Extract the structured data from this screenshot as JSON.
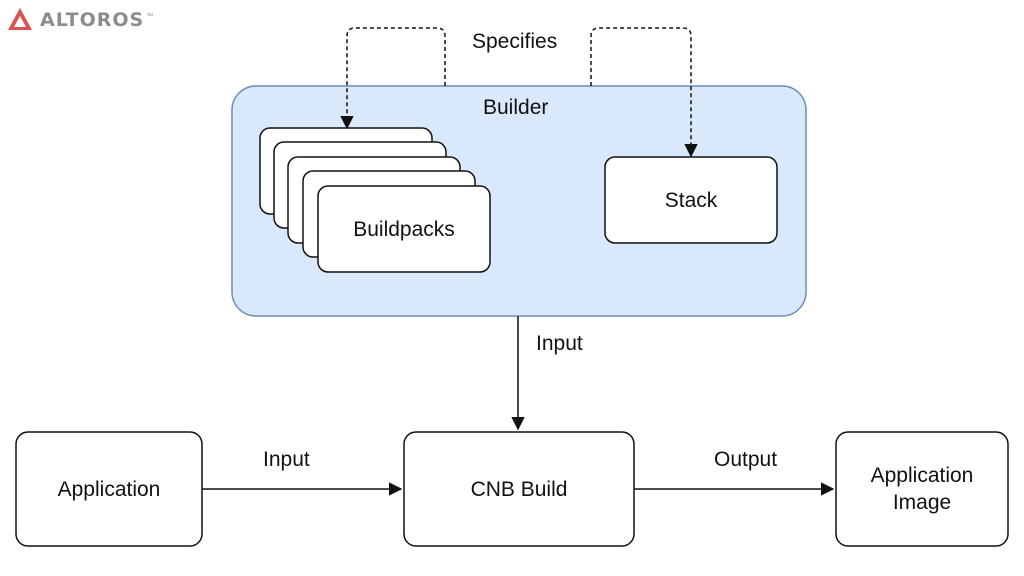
{
  "logo": {
    "text": "ALTOROS",
    "tm": "™"
  },
  "labels": {
    "specifies": "Specifies",
    "builder": "Builder",
    "input_builder_to_build": "Input",
    "input_app_to_build": "Input",
    "output": "Output"
  },
  "boxes": {
    "buildpacks": "Buildpacks",
    "stack": "Stack",
    "application": "Application",
    "cnb_build": "CNB Build",
    "application_image_line1": "Application",
    "application_image_line2": "Image"
  },
  "colors": {
    "builder_fill": "#dae8fc",
    "builder_stroke": "#6c8ebf",
    "logo_red": "#d9534f"
  }
}
